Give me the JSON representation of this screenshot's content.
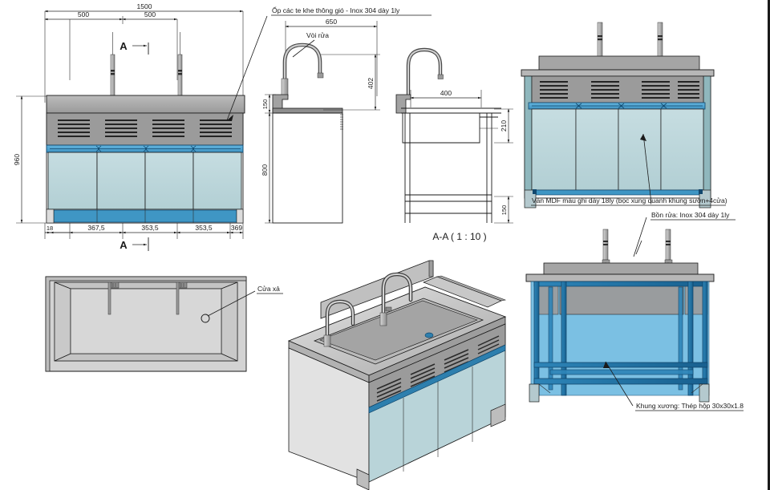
{
  "drawing": {
    "title": "Ban ve ky thuat bon rua inox",
    "sheet_bg": "#ffffff",
    "line_color": "#1a1a1a"
  },
  "colors": {
    "stainless_top": "#a8a8a8",
    "stainless_light": "#c9c9c9",
    "stainless_dark": "#6f6f6f",
    "vent_panel": "#9b9b9b",
    "vent_slat": "#2e2e2e",
    "door_panel": "#b9d4d9",
    "door_panel_alt": "#c8dde0",
    "rail_blue": "#3f96c4",
    "frame_blue": "#1f6fa5",
    "frame_blue_light": "#4aa6d4",
    "frame_blue_dark": "#14507a",
    "glass_blue": "#5fb3dd",
    "outline": "#1a1a1a"
  },
  "views": {
    "front_elevation": {
      "name": "Front elevation",
      "dimensions": {
        "overall_width": "1500",
        "faucet_spacing_left": "500",
        "faucet_spacing_right": "500",
        "overall_height": "960",
        "bottom_chain": [
          "18",
          "367,5",
          "353,5",
          "353,5",
          "369"
        ]
      },
      "section_marks": {
        "top": "A",
        "bottom": "A"
      },
      "door_count": 4,
      "vent_panel_count": 4,
      "faucet_count": 2
    },
    "side_elevation": {
      "name": "Side elevation",
      "dimensions": {
        "depth": "650",
        "faucet_height": "402",
        "backsplash_height": "150",
        "cabinet_height": "800"
      },
      "labels": {
        "vent_cover": "Ốp các te khe thông gió - Inox 304 dày 1ly",
        "faucet": "Vòi rửa"
      }
    },
    "section_aa": {
      "name": "Section A-A",
      "title": "A-A ( 1 : 10 )",
      "dimensions": {
        "sink_depth": "400",
        "basin_height": "210",
        "shelf_height": "150"
      }
    },
    "front_3d": {
      "name": "Front 3D view",
      "labels": {
        "mdf_board": "Ván MDF màu ghi dày 18ly (bọc xung quanh khung sườn+4cửa)",
        "sink_basin": "Bồn rửa: Inox 304 dày 1ly"
      }
    },
    "top_view": {
      "name": "Top plan view",
      "labels": {
        "drain": "Cửa xả"
      }
    },
    "iso_view": {
      "name": "Isometric perspective view"
    },
    "frame_view": {
      "name": "Steel frame view",
      "labels": {
        "frame": "Khung xương: Thép hộp 30x30x1.8"
      }
    }
  }
}
